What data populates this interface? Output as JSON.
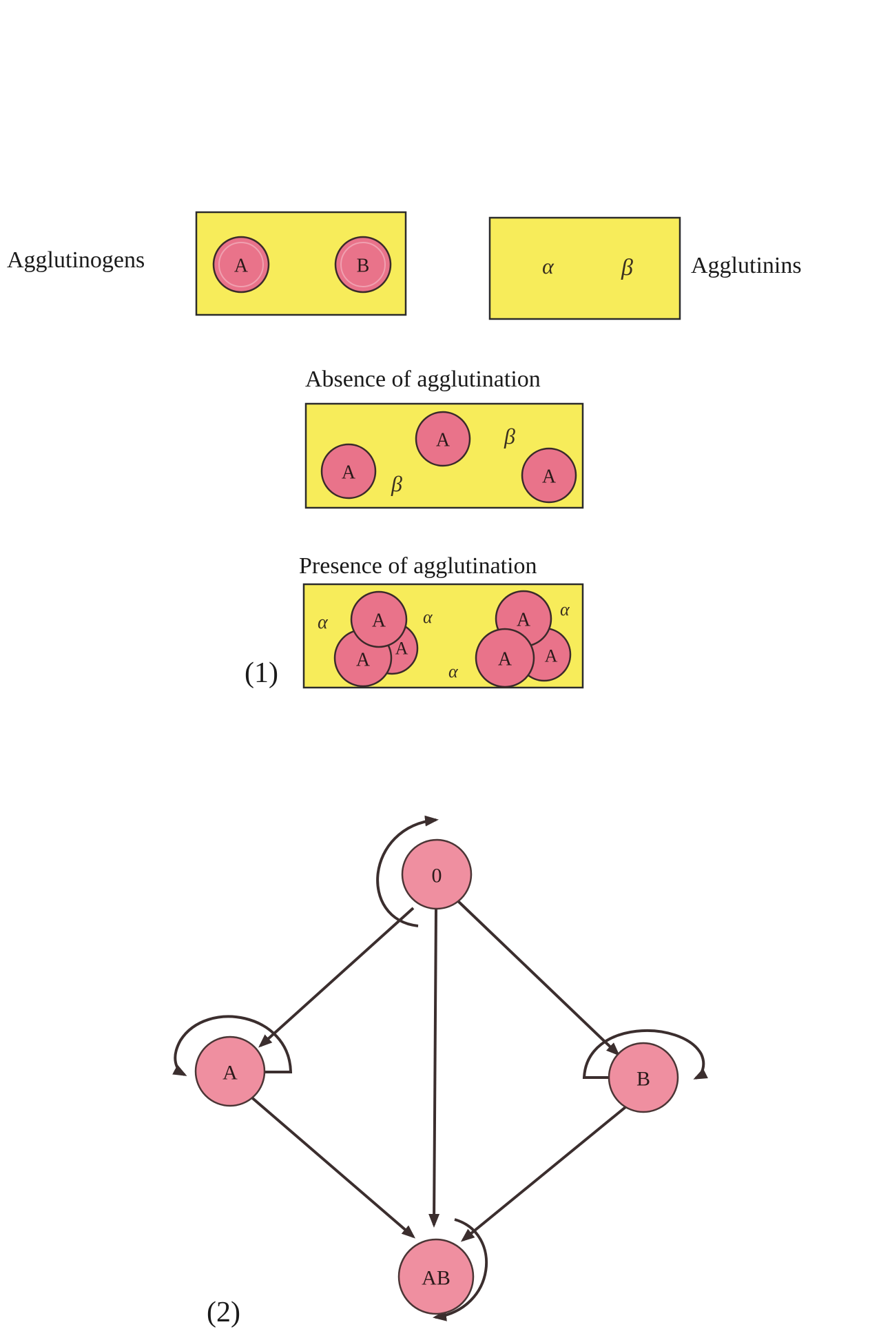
{
  "colors": {
    "panel_fill": "#f7ec5a",
    "cell_fill": "#e9738a",
    "node_fill": "#ef8fa0",
    "edge": "#3b2e2e"
  },
  "part1": {
    "agglutinogens_label": "Agglutinogens",
    "agglutinins_label": "Agglutinins",
    "agglutinogen_A": "A",
    "agglutinogen_B": "B",
    "agglutinin_alpha": "α",
    "agglutinin_beta": "β",
    "absence_title": "Absence of agglutination",
    "absence_cell_labels": [
      "A",
      "A",
      "A"
    ],
    "absence_beta_labels": [
      "β",
      "β"
    ],
    "presence_title": "Presence of agglutination",
    "presence_cell_labels": [
      "A",
      "A",
      "A",
      "A",
      "A",
      "A"
    ],
    "presence_alpha_labels": [
      "α",
      "α",
      "α",
      "α"
    ],
    "figure_label": "(1)"
  },
  "part2": {
    "nodes": {
      "o": "0",
      "a": "A",
      "b": "B",
      "ab": "AB"
    },
    "edges": [
      {
        "from": "0",
        "to": "A"
      },
      {
        "from": "0",
        "to": "B"
      },
      {
        "from": "0",
        "to": "AB"
      },
      {
        "from": "A",
        "to": "AB"
      },
      {
        "from": "B",
        "to": "AB"
      }
    ],
    "self_loops": [
      "0",
      "A",
      "B",
      "AB"
    ],
    "figure_label": "(2)"
  }
}
